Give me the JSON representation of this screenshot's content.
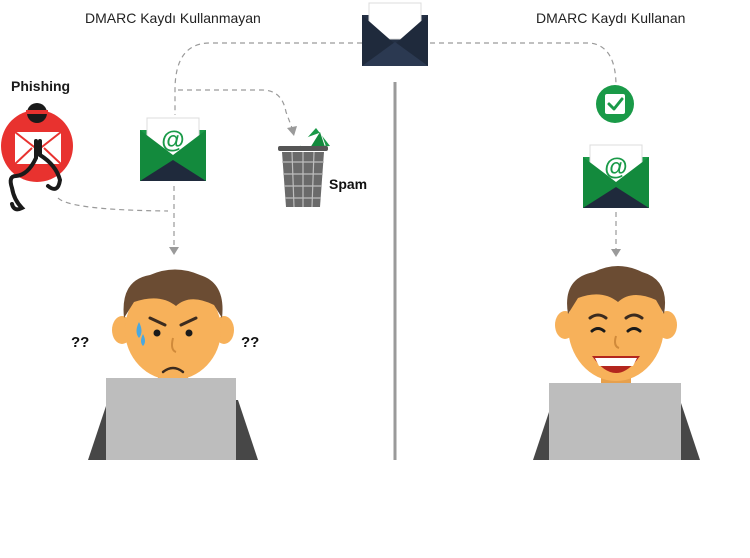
{
  "labels": {
    "left_title": "DMARC Kaydı Kullanmayan",
    "right_title": "DMARC Kaydı Kullanan",
    "phishing": "Phishing",
    "spam": "Spam",
    "confused_left": "??",
    "confused_right": "??"
  },
  "icons": {
    "top_envelope": "open-envelope-icon",
    "phishing": "phishing-hook-icon",
    "email_left": "email-at-icon",
    "trash": "trash-bin-icon",
    "verified": "check-badge-icon",
    "email_right": "email-at-icon",
    "confused_user": "confused-user-icon",
    "happy_user": "happy-user-icon"
  },
  "colors": {
    "green": "#1a9a48",
    "dark_navy": "#1f2a3c",
    "red": "#e8322f",
    "skin": "#f7b15a",
    "hair": "#6b4c33",
    "laptop": "#bdbdbd",
    "shirt": "#474747"
  }
}
